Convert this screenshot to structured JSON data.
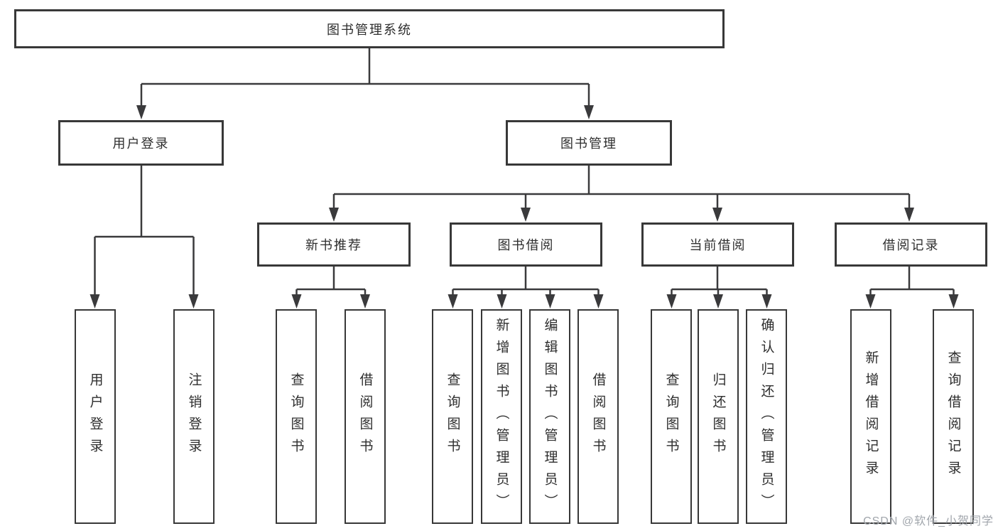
{
  "tree": {
    "root": {
      "label": "图书管理系统"
    },
    "level2": [
      {
        "label": "用户登录",
        "children": [
          "用户登录",
          "注销登录"
        ]
      },
      {
        "label": "图书管理",
        "modules": [
          {
            "label": "新书推荐",
            "children": [
              "查询图书",
              "借阅图书"
            ]
          },
          {
            "label": "图书借阅",
            "children": [
              "查询图书",
              "新增图书（管理员）",
              "编辑图书（管理员）",
              "借阅图书"
            ]
          },
          {
            "label": "当前借阅",
            "children": [
              "查询图书",
              "归还图书",
              "确认归还（管理员）"
            ]
          },
          {
            "label": "借阅记录",
            "children": [
              "新增借阅记录",
              "查询借阅记录"
            ]
          }
        ]
      }
    ]
  },
  "watermark": "CSDN @软件_小贺同学",
  "colors": {
    "line": "#3a3a3c",
    "text": "#2e2e2e",
    "watermark_text": "#a1a6ac",
    "background": "#ffffff"
  }
}
